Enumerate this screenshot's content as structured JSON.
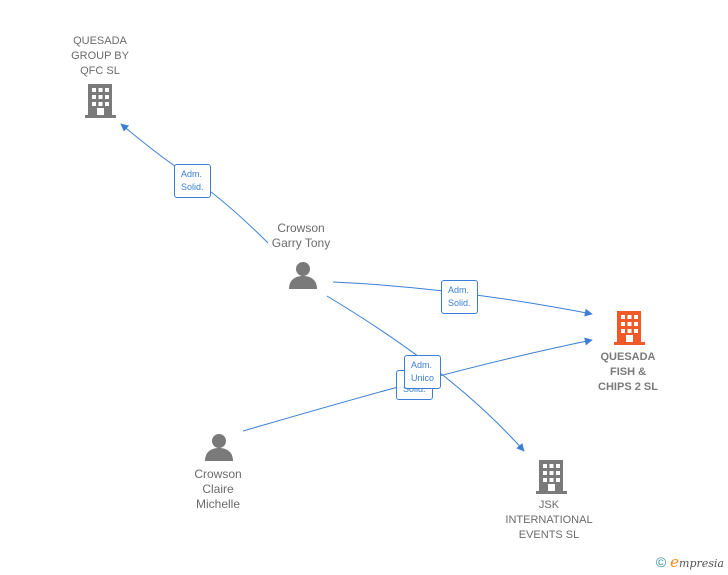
{
  "colors": {
    "edge": "#3a7fd5",
    "node": "#7a7a7a",
    "focus": "#f05a28"
  },
  "nodes": {
    "quesada_group": {
      "label": "QUESADA\nGROUP BY\nQFC  SL",
      "icon": "building-icon"
    },
    "garry": {
      "label": "Crowson\nGarry Tony",
      "icon": "person-icon"
    },
    "quesada_fish": {
      "label": "QUESADA\nFISH &\nCHIPS 2  SL",
      "icon": "building-icon"
    },
    "claire": {
      "label": "Crowson\nClaire\nMichelle",
      "icon": "person-icon"
    },
    "jsk": {
      "label": "JSK\nINTERNATIONAL\nEVENTS  SL",
      "icon": "building-icon"
    }
  },
  "edges": {
    "e1": "Adm.\nSolid.",
    "e2": "Adm.\nSolid.",
    "e3": "Adm.\nUnico",
    "e4": "Solid."
  },
  "footer": {
    "copyright": "©",
    "brand_first": "e",
    "brand_rest": "mpresia"
  }
}
